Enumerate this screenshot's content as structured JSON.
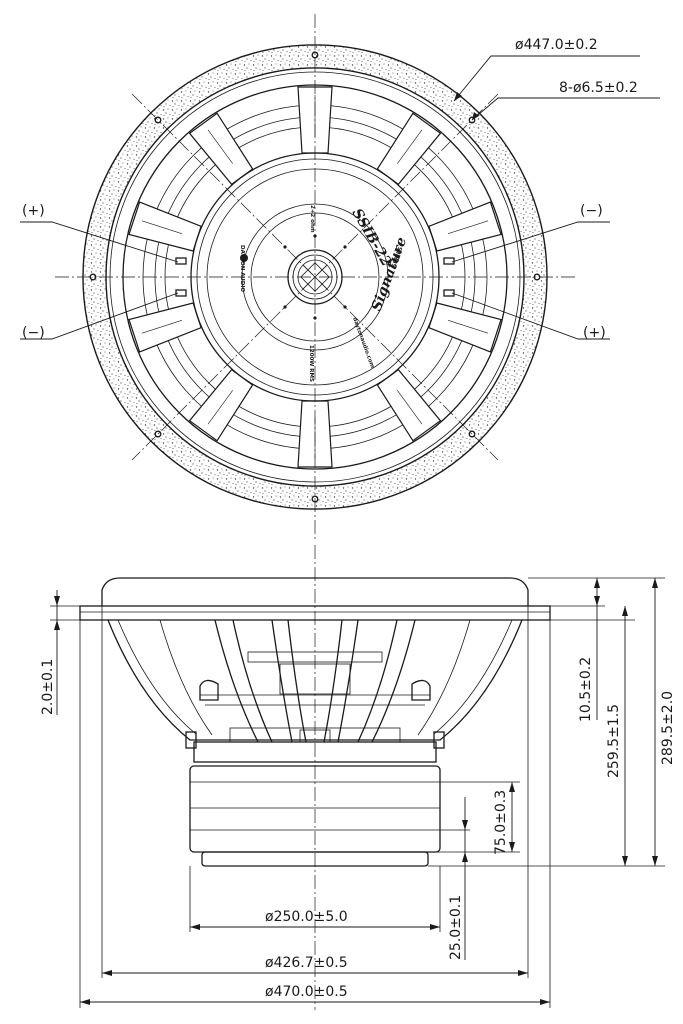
{
  "top_view": {
    "dia_outer": "ø447.0±0.2",
    "holes": "8-ø6.5±0.2",
    "pol_left_top": "(+)",
    "pol_left_bottom": "(−)",
    "pol_right_top": "(−)",
    "pol_right_bottom": "(+)",
    "model": "SSIB-22",
    "brand": "DAYTON AUDIO",
    "series_script": "Signature",
    "series": "SERIES",
    "web": "daytonaudio.com",
    "impedance": "2+2 ohm",
    "power": "1200W RMS"
  },
  "side_view": {
    "dim_2_0": "2.0±0.1",
    "dim_10_5": "10.5±0.2",
    "dim_259_5": "259.5±1.5",
    "dim_289_5": "289.5±2.0",
    "dim_75_0": "75.0±0.3",
    "dim_25_0": "25.0±0.1",
    "dia_250": "ø250.0±5.0",
    "dia_426_7": "ø426.7±0.5",
    "dia_470": "ø470.0±0.5"
  }
}
